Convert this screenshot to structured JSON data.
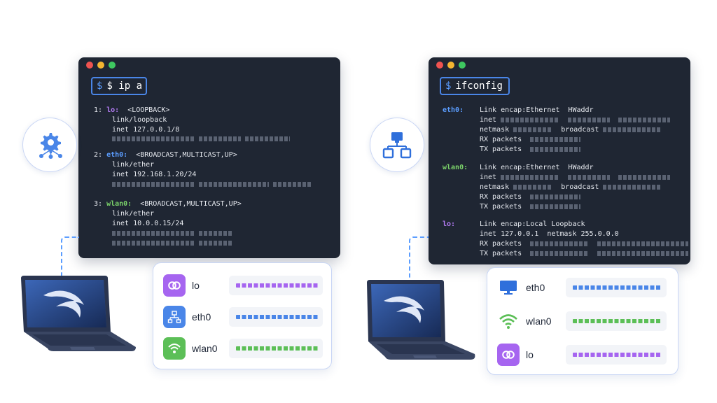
{
  "left_terminal": {
    "command": "$ ip a",
    "prompt": "$",
    "interfaces": [
      {
        "index": "1:",
        "name": "lo:",
        "flags": "<LOOPBACK>",
        "lines": [
          "link/loopback",
          "inet 127.0.0.1/8"
        ]
      },
      {
        "index": "2:",
        "name": "eth0:",
        "flags": "<BROADCAST,MULTICAST,UP>",
        "lines": [
          "link/ether",
          "inet 192.168.1.20/24"
        ]
      },
      {
        "index": "3:",
        "name": "wlan0:",
        "flags": "<BROADCAST,MULTICAST,UP>",
        "lines": [
          "link/ether",
          "inet 10.0.0.15/24"
        ]
      }
    ]
  },
  "right_terminal": {
    "command": "ifconfig",
    "prompt": "$",
    "interfaces": [
      {
        "name": "eth0:",
        "lines": [
          "Link encap:Ethernet  HWaddr",
          "inet",
          "netmask",
          "broadcast",
          "RX packets",
          "TX packets"
        ]
      },
      {
        "name": "wlan0:",
        "lines": [
          "Link encap:Ethernet  HWaddr",
          "inet",
          "netmask",
          "broadcast",
          "RX packets",
          "TX packets"
        ]
      },
      {
        "name": "lo:",
        "lines": [
          "Link encap:Local Loopback",
          "inet 127.0.0.1  netmask 255.0.0.0",
          "RX packets",
          "TX packets"
        ]
      }
    ]
  },
  "left_panel": {
    "rows": [
      {
        "name": "lo",
        "icon": "loopback-icon",
        "color": "#a665f0"
      },
      {
        "name": "eth0",
        "icon": "ethernet-icon",
        "color": "#4a86e8"
      },
      {
        "name": "wlan0",
        "icon": "wifi-icon",
        "color": "#5cbf57"
      }
    ]
  },
  "right_panel": {
    "rows": [
      {
        "name": "eth0",
        "icon": "monitor-icon",
        "color": "#4a86e8"
      },
      {
        "name": "wlan0",
        "icon": "wifi-icon",
        "color": "#5cbf57"
      },
      {
        "name": "lo",
        "icon": "loopback-icon",
        "color": "#a665f0"
      }
    ]
  },
  "badges": {
    "left": "network-settings-gear-icon",
    "right": "network-topology-icon"
  },
  "colors": {
    "terminal_bg": "#1f2633",
    "accent_blue": "#4a86e8",
    "purple": "#a665f0",
    "green": "#5cbf57"
  }
}
